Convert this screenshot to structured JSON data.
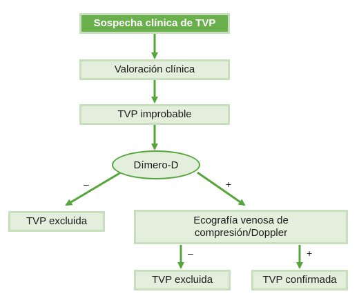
{
  "nodes": {
    "start": "Sospecha clínica de TVP",
    "assessment": "Valoración clínica",
    "unlikely": "TVP improbable",
    "ddimer": "Dímero-D",
    "excluded_left": "TVP excluida",
    "ultrasound_line1": "Ecografía venosa de",
    "ultrasound_line2": "compresión/Doppler",
    "excluded_bottom": "TVP excluida",
    "confirmed": "TVP confirmada"
  },
  "edge_labels": {
    "ddimer_negative": "–",
    "ddimer_positive": "+",
    "ultrasound_negative": "–",
    "ultrasound_positive": "+"
  },
  "colors": {
    "header_fill": "#6ab04c",
    "box_fill": "#e3efdc",
    "box_border": "#c7dfba",
    "arrow": "#55a53a"
  }
}
